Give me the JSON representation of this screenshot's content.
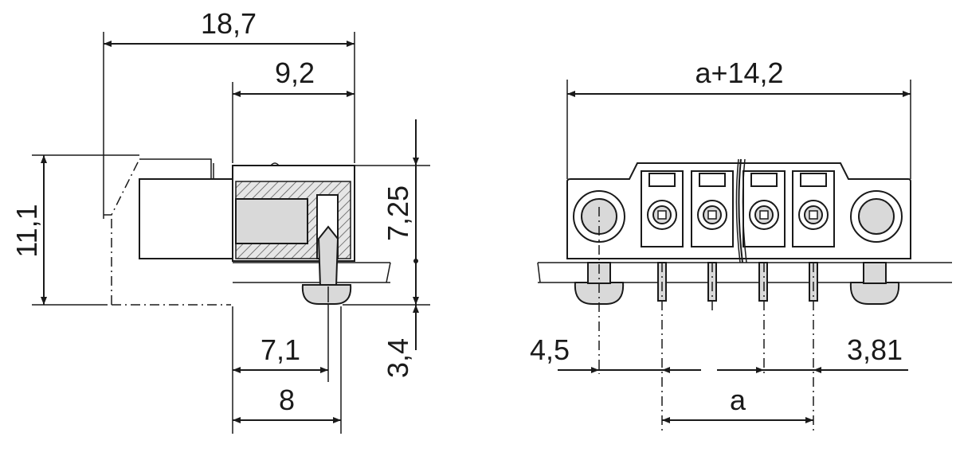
{
  "side_view": {
    "dim_overall_length": "18,7",
    "dim_housing_length": "9,2",
    "dim_height_total": "11,1",
    "dim_height_upper": "7,25",
    "dim_height_lower": "3,4",
    "dim_pin_offset": "7,1",
    "dim_flange_offset": "8"
  },
  "front_view": {
    "dim_total_width": "a+14,2",
    "dim_screw_offset": "4,5",
    "dim_pitch": "3,81",
    "dim_pitch_span": "a"
  }
}
